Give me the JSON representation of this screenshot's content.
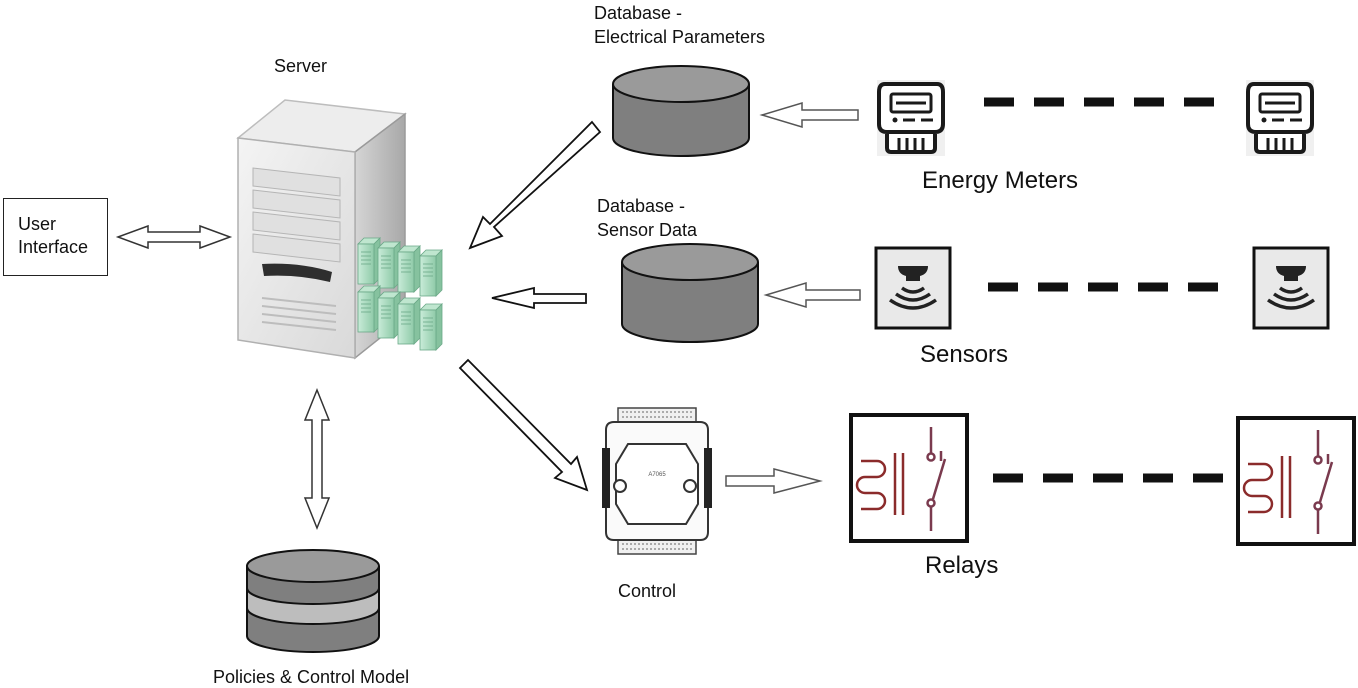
{
  "labels": {
    "server": "Server",
    "user_interface_line1": "User",
    "user_interface_line2": "Interface",
    "db_electrical_line1": "Database -",
    "db_electrical_line2": "Electrical Parameters",
    "db_sensor_line1": "Database -",
    "db_sensor_line2": "Sensor Data",
    "energy_meters": "Energy Meters",
    "sensors": "Sensors",
    "relays": "Relays",
    "control": "Control",
    "policies": "Policies & Control Model",
    "control_module_model": "A7065"
  },
  "colors": {
    "db_fill": "#7f7f7f",
    "db_top": "#9a9a9a",
    "server_body": "#e6e6e6",
    "modules": "#a9d9bf",
    "relay_coil": "#8b2b2b",
    "relay_switch": "#7a3a4e"
  }
}
